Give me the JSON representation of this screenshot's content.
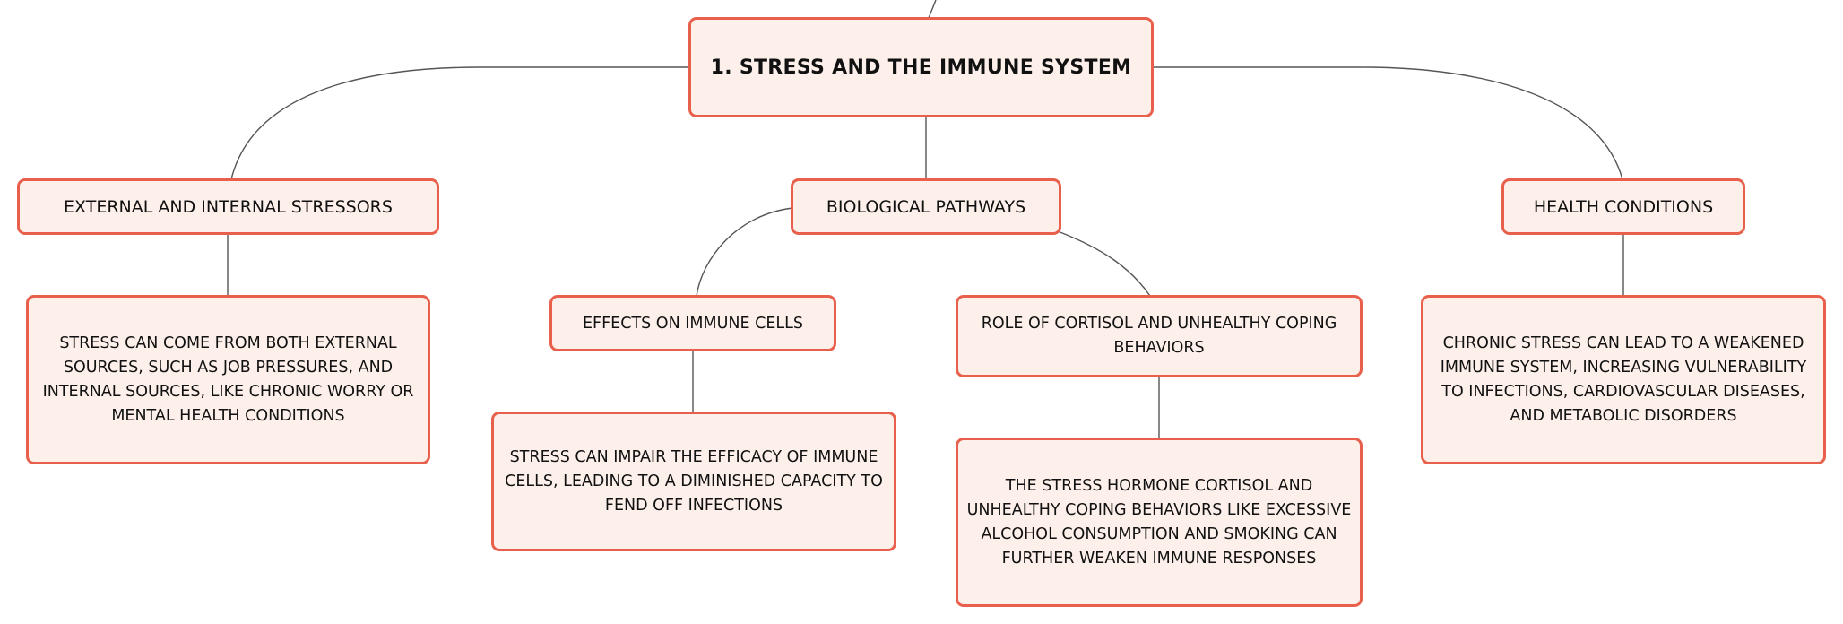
{
  "diagram": {
    "root": "1. Stress and the Immune System",
    "branches": [
      {
        "label": "External and Internal Stressors",
        "detail": "Stress can come from both external sources, such as job pressures, and internal sources, like chronic worry or mental health conditions"
      },
      {
        "label": "Biological Pathways",
        "children": [
          {
            "label": "Effects on Immune Cells",
            "detail": "Stress can impair the efficacy of immune cells, leading to a diminished capacity to fend off infections"
          },
          {
            "label": "Role of Cortisol and Unhealthy Coping Behaviors",
            "detail": "The stress hormone cortisol and unhealthy coping behaviors like excessive alcohol consumption and smoking can further weaken immune responses"
          }
        ]
      },
      {
        "label": "Health Conditions",
        "detail": "Chronic stress can lead to a weakened immune system, increasing vulnerability to infections, cardiovascular diseases, and metabolic disorders"
      }
    ]
  },
  "colors": {
    "node_fill": "#fdf0ea",
    "node_border": "#e8604c",
    "connector": "#555555",
    "text": "#111111"
  }
}
